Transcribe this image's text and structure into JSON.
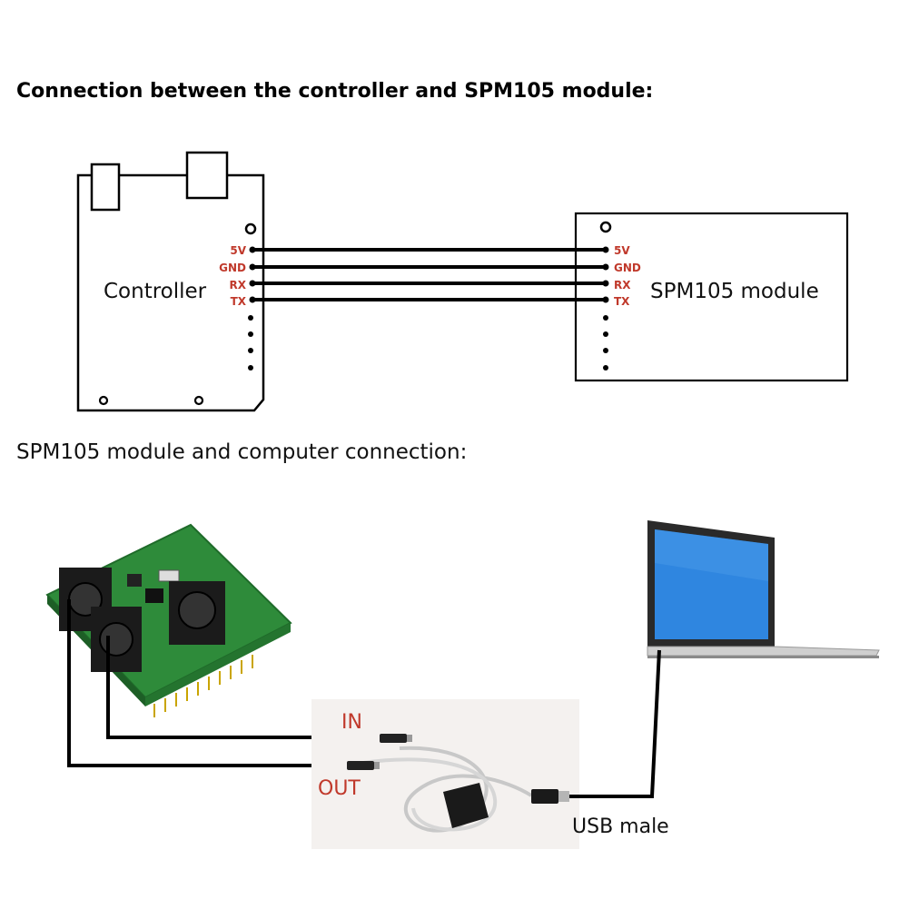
{
  "heading": "Connection between the controller and SPM105 module:",
  "controller": {
    "label": "Controller",
    "pins": [
      "5V",
      "GND",
      "RX",
      "TX"
    ]
  },
  "module": {
    "label": "SPM105 module",
    "pins": [
      "5V",
      "GND",
      "RX",
      "TX"
    ]
  },
  "subheading": "SPM105 module and computer connection:",
  "cable": {
    "in_label": "IN",
    "out_label": "OUT",
    "usb_label": "USB male"
  },
  "colors": {
    "wire": "#000000",
    "pin_label": "#c0392b",
    "pcb": "#2e8b3a",
    "screen": "#2f86e0"
  },
  "icons": [
    "laptop-icon",
    "midi-shield-icon",
    "usb-midi-cable-icon"
  ]
}
